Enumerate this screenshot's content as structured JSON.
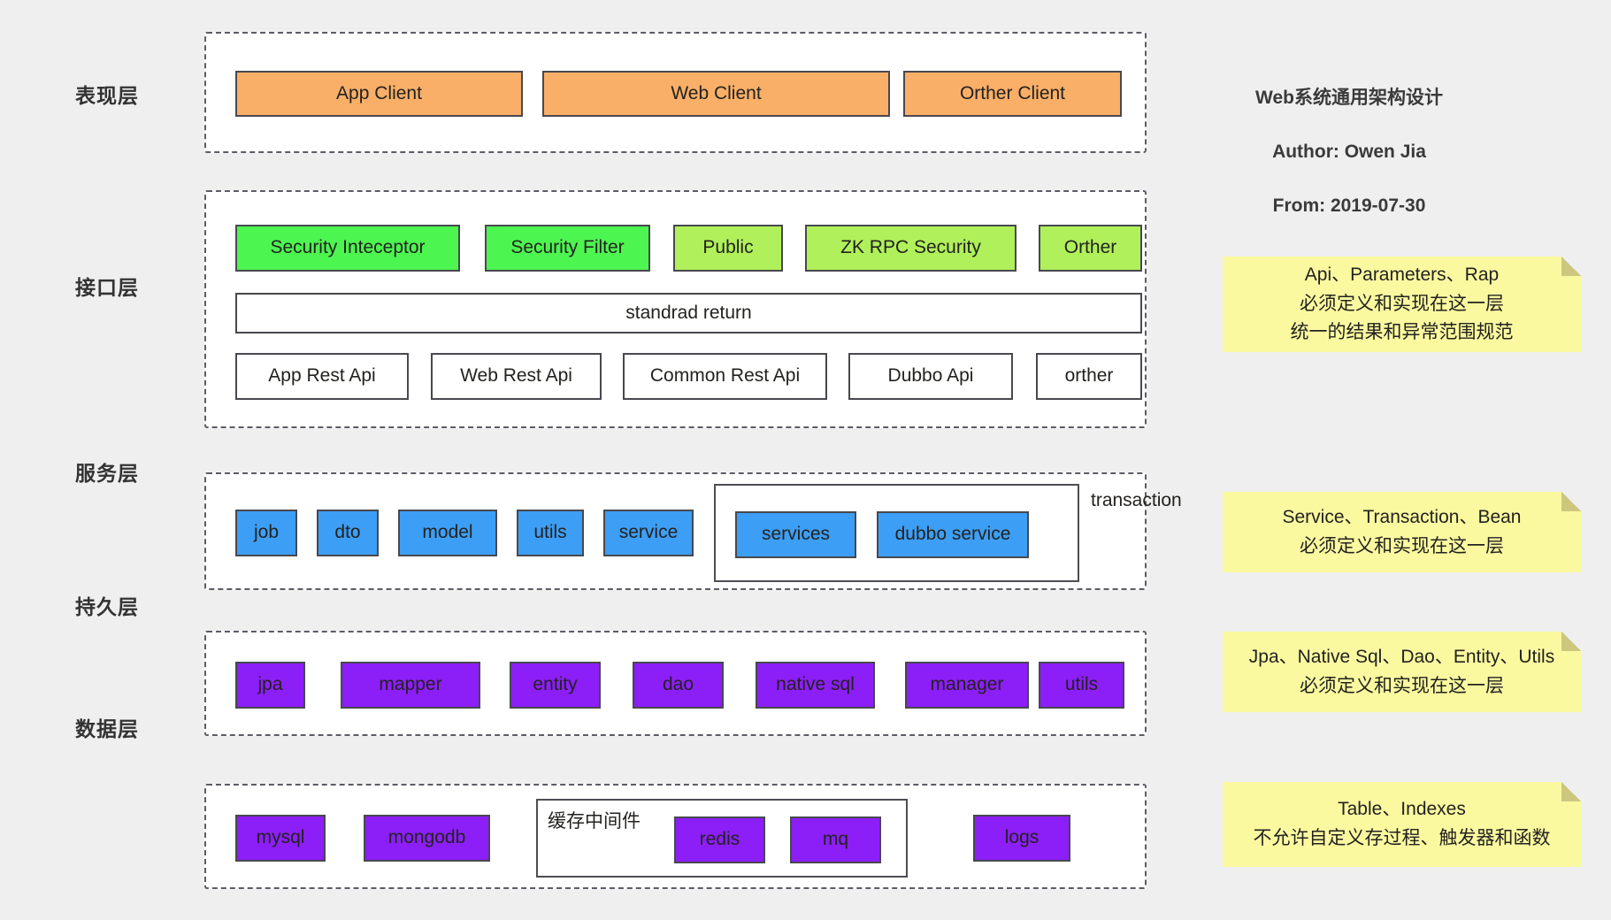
{
  "title": {
    "line1": "Web系统通用架构设计",
    "line2": "Author: Owen Jia",
    "line3": "From: 2019-07-30"
  },
  "colors": {
    "background": "#efefef",
    "orange": "#f9af68",
    "green": "#4df551",
    "light_green": "#b0f05a",
    "blue": "#3d9ef5",
    "purple": "#8c1ef7",
    "note_yellow": "#fbf9a0",
    "border": "#48484f",
    "text": "#23221f"
  },
  "layers": [
    {
      "label": "表现层",
      "nodes": [
        {
          "text": "App Client",
          "color": "orange"
        },
        {
          "text": "Web Client",
          "color": "orange"
        },
        {
          "text": "Orther Client",
          "color": "orange"
        }
      ]
    },
    {
      "label": "接口层",
      "row1": [
        {
          "text": "Security Inteceptor",
          "color": "green"
        },
        {
          "text": "Security Filter",
          "color": "green"
        },
        {
          "text": "Public",
          "color": "lgreen"
        },
        {
          "text": "ZK RPC Security",
          "color": "lgreen"
        },
        {
          "text": "Orther",
          "color": "lgreen"
        }
      ],
      "row2": [
        {
          "text": "standrad return",
          "color": "plain"
        }
      ],
      "row3": [
        {
          "text": "App Rest Api",
          "color": "plain"
        },
        {
          "text": "Web Rest Api",
          "color": "plain"
        },
        {
          "text": "Common Rest Api",
          "color": "plain"
        },
        {
          "text": "Dubbo  Api",
          "color": "plain"
        },
        {
          "text": "orther",
          "color": "plain"
        }
      ]
    },
    {
      "label": "服务层",
      "nodes": [
        {
          "text": "job",
          "color": "blue"
        },
        {
          "text": "dto",
          "color": "blue"
        },
        {
          "text": "model",
          "color": "blue"
        },
        {
          "text": "utils",
          "color": "blue"
        },
        {
          "text": "service",
          "color": "blue"
        }
      ],
      "group": {
        "caption": "transaction",
        "nodes": [
          {
            "text": "services",
            "color": "blue"
          },
          {
            "text": "dubbo service",
            "color": "blue"
          }
        ]
      }
    },
    {
      "label": "持久层",
      "nodes": [
        {
          "text": "jpa",
          "color": "purple"
        },
        {
          "text": "mapper",
          "color": "purple"
        },
        {
          "text": "entity",
          "color": "purple"
        },
        {
          "text": "dao",
          "color": "purple"
        },
        {
          "text": "native sql",
          "color": "purple"
        },
        {
          "text": "manager",
          "color": "purple"
        },
        {
          "text": "utils",
          "color": "purple"
        }
      ]
    },
    {
      "label": "数据层",
      "nodes": [
        {
          "text": "mysql",
          "color": "purple"
        },
        {
          "text": "mongodb",
          "color": "purple"
        },
        {
          "text": "logs",
          "color": "purple"
        }
      ],
      "group": {
        "caption": "缓存中间件",
        "nodes": [
          {
            "text": "redis",
            "color": "purple"
          },
          {
            "text": "mq",
            "color": "purple"
          }
        ]
      }
    }
  ],
  "notes": [
    {
      "text": "Api、Parameters、Rap\n必须定义和实现在这一层\n统一的结果和异常范围规范"
    },
    {
      "text": "Service、Transaction、Bean\n必须定义和实现在这一层"
    },
    {
      "text": "Jpa、Native Sql、Dao、Entity、Utils\n必须定义和实现在这一层"
    },
    {
      "text": "Table、Indexes\n不允许自定义存过程、触发器和函数"
    }
  ]
}
